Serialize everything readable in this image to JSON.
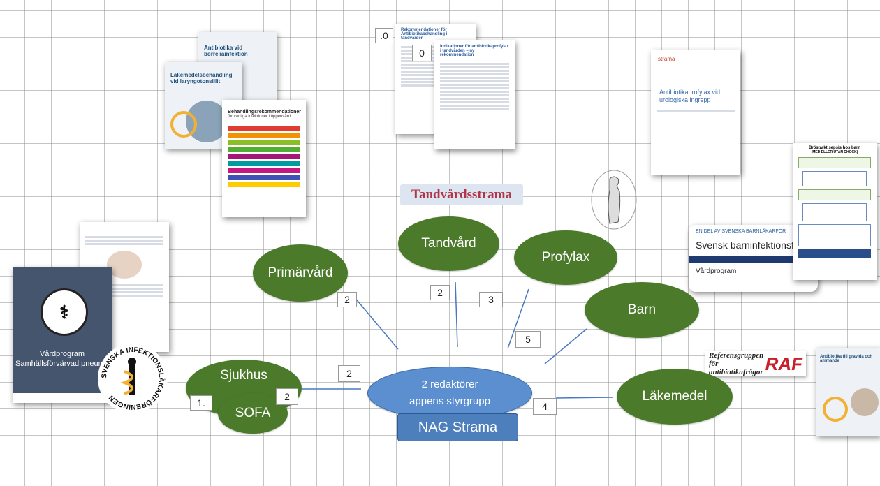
{
  "center": {
    "line1": "2 redaktörer",
    "line2": "appens styrgrupp"
  },
  "nag": "NAG Strama",
  "tand_heading": "Tandvårdsstrama",
  "nodes": {
    "primarvard": "Primärvård",
    "tandvard": "Tandvård",
    "profylax": "Profylax",
    "barn": "Barn",
    "lakemedel": "Läkemedel",
    "sjukhus": "Sjukhus",
    "sofa": "SOFA"
  },
  "counts": {
    "doc_top": ".0",
    "doc_inner": "0",
    "primarvard": "2",
    "tandvard": "2",
    "profylax": "3",
    "barn": "5",
    "sjukhus_link": "2",
    "sofa": "2",
    "sjukhus": "1.",
    "lakemedel": "4"
  },
  "docs": {
    "borrelia": "Antibiotika vid borreliainfektion",
    "laryng": "Läkemedelsbehandling vid laryngotonsillit",
    "behandling_title": "Behandlingsrekommendationer",
    "behandling_sub": "för vanliga infektioner i öppenvård",
    "strama_logo": "strama",
    "urolog_title": "Antibiotikaprofylax vid urologiska ingrepp",
    "rek_title": "Rekommendationer för Antibiotikabehandling i tandvården",
    "ind_title": "Indikationer för antibiotikaprofylax i tandvården – ny rekommendation",
    "vardprogram_title": "Vårdprogram",
    "vardprogram_sub": "Samhällsförvärvad pneumoni",
    "barn_web_header": "EN DEL AV SVENSKA BARNLÄKARFÖR",
    "barn_web_title": "Svensk barninfektionsfö",
    "barn_web_section": "Vårdprogram",
    "barn_flow_title": "Bröstarkt sepsis hos barn",
    "barn_flow_sub": "(MED ELLER UTAN CHOCK)",
    "gravida_title": "Antibiotika till gravida och ammande",
    "sils_ring": "SVENSKA INFEKTIONSLÄKARFÖRENINGEN"
  },
  "raf": {
    "text_line1": "Referensgruppen för",
    "text_line2": "antibiotikafrågor",
    "mark": "RAF"
  },
  "colors": {
    "node_green": "#4a7a2a",
    "center_blue": "#5b8fd0",
    "nag_blue": "#4e7fbd",
    "line_blue": "#4a78c0",
    "tand_red": "#b0354a"
  },
  "behandling_bars": [
    "#e03c31",
    "#f39200",
    "#8cbf26",
    "#52ae32",
    "#a4167a",
    "#009b9e",
    "#c2187f",
    "#3f51b5",
    "#ffcc00"
  ]
}
